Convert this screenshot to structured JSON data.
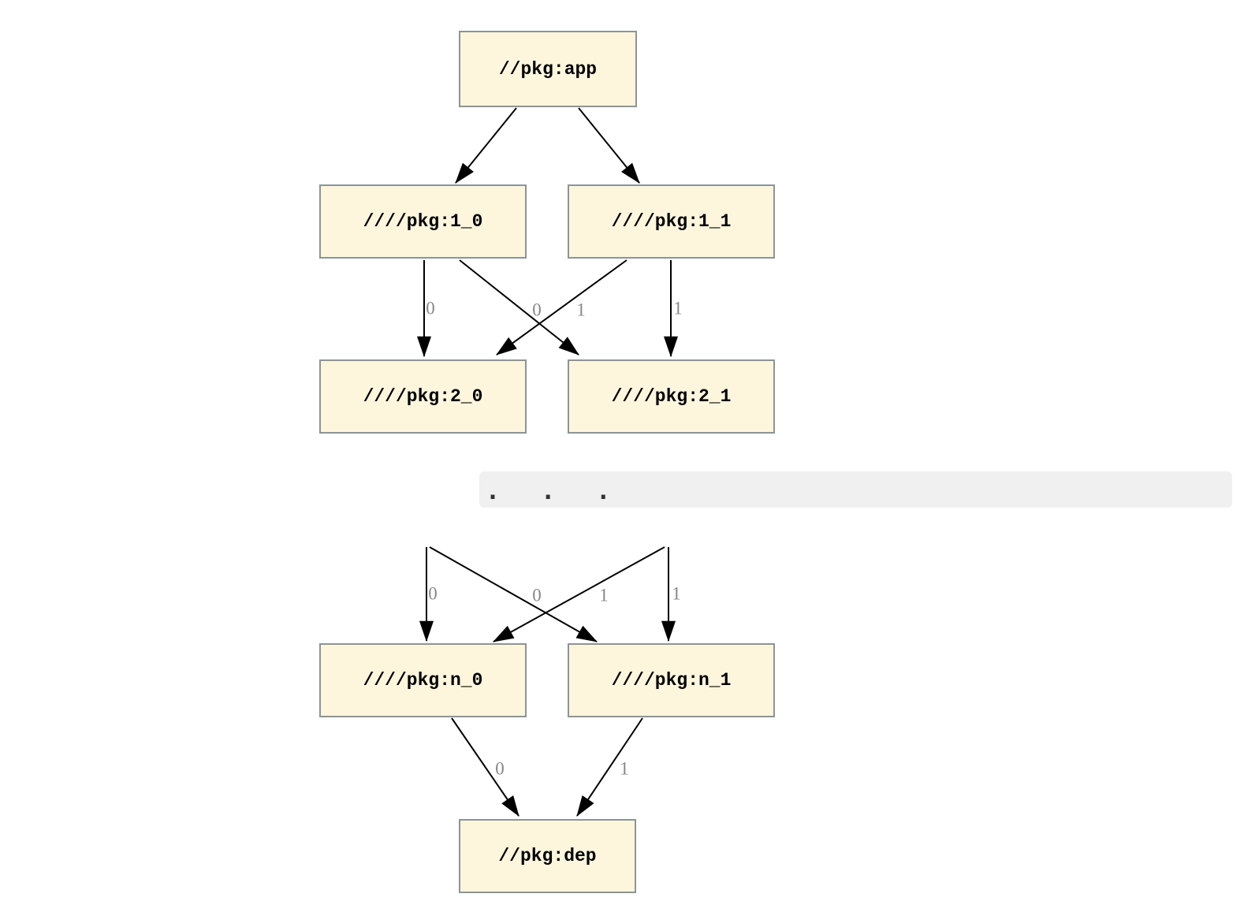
{
  "diagram": {
    "type": "dependency-graph",
    "nodes": [
      {
        "id": "app",
        "label": "//pkg:app"
      },
      {
        "id": "pkg1_0",
        "label": "////pkg:1_0"
      },
      {
        "id": "pkg1_1",
        "label": "////pkg:1_1"
      },
      {
        "id": "pkg2_0",
        "label": "////pkg:2_0"
      },
      {
        "id": "pkg2_1",
        "label": "////pkg:2_1"
      },
      {
        "id": "pkgn_0",
        "label": "////pkg:n_0"
      },
      {
        "id": "pkgn_1",
        "label": "////pkg:n_1"
      },
      {
        "id": "dep",
        "label": "//pkg:dep"
      }
    ],
    "edges": [
      {
        "from": "app",
        "to": "pkg1_0",
        "label": ""
      },
      {
        "from": "app",
        "to": "pkg1_1",
        "label": ""
      },
      {
        "from": "pkg1_0",
        "to": "pkg2_0",
        "label": "0"
      },
      {
        "from": "pkg1_0",
        "to": "pkg2_1",
        "label": "0"
      },
      {
        "from": "pkg1_1",
        "to": "pkg2_0",
        "label": "1"
      },
      {
        "from": "pkg1_1",
        "to": "pkg2_1",
        "label": "1"
      },
      {
        "from": "ellipsis",
        "to": "pkgn_0",
        "label": "0"
      },
      {
        "from": "ellipsis",
        "to": "pkgn_1",
        "label": "0"
      },
      {
        "from": "ellipsis",
        "to": "pkgn_0",
        "label": "1"
      },
      {
        "from": "ellipsis",
        "to": "pkgn_1",
        "label": "1"
      },
      {
        "from": "pkgn_0",
        "to": "dep",
        "label": "0"
      },
      {
        "from": "pkgn_1",
        "to": "dep",
        "label": "1"
      }
    ],
    "ellipsis_text": ". . .",
    "colors": {
      "node_fill": "#fdf6dd",
      "node_border": "#8c9496",
      "edge": "#000000",
      "edge_label": "#878787",
      "ellipsis_bar": "#f0f0f0",
      "background": "#ffffff"
    }
  }
}
